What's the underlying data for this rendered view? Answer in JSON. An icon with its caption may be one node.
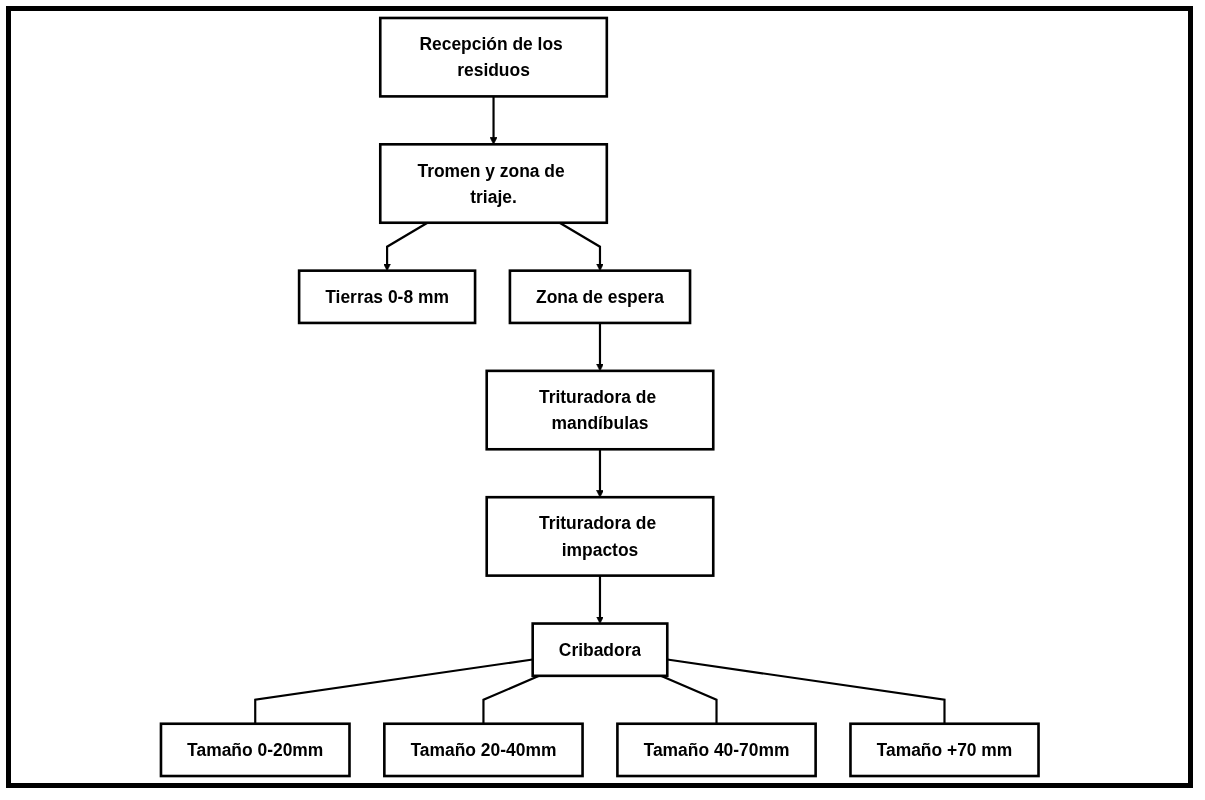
{
  "diagram": {
    "nodes": [
      {
        "text": [
          "Recepción de los residuos"
        ]
      },
      {
        "text": [
          "Tromen y zona de triaje."
        ]
      },
      {
        "text": [
          "Tierras 0-8 mm"
        ]
      },
      {
        "text": [
          "Zona de espera"
        ]
      },
      {
        "text": [
          "Trituradora de mandíbulas"
        ]
      },
      {
        "text": [
          "Trituradora de impactos"
        ]
      },
      {
        "text": [
          "Cribadora"
        ]
      },
      {
        "text": [
          "Tamaño 0-20mm"
        ]
      },
      {
        "text": [
          "Tamaño 20-40mm"
        ]
      },
      {
        "text": [
          "Tamaño 40-70mm"
        ]
      },
      {
        "text": [
          "Tamaño +70 mm"
        ]
      }
    ],
    "edges": [
      {
        "from": 0,
        "to": 1,
        "arrow": "to"
      },
      {
        "from": 1,
        "to": 2,
        "arrow": "to"
      },
      {
        "from": 1,
        "to": 3,
        "arrow": "to"
      },
      {
        "from": 3,
        "to": 4,
        "arrow": "to"
      },
      {
        "from": 4,
        "to": 5,
        "arrow": "to"
      },
      {
        "from": 5,
        "to": 6,
        "arrow": "to"
      },
      {
        "from": 6,
        "to": 7,
        "arrow": "none"
      },
      {
        "from": 6,
        "to": 8,
        "arrow": "none"
      },
      {
        "from": 6,
        "to": 9,
        "arrow": "none"
      },
      {
        "from": 6,
        "to": 10,
        "arrow": "none"
      }
    ]
  }
}
